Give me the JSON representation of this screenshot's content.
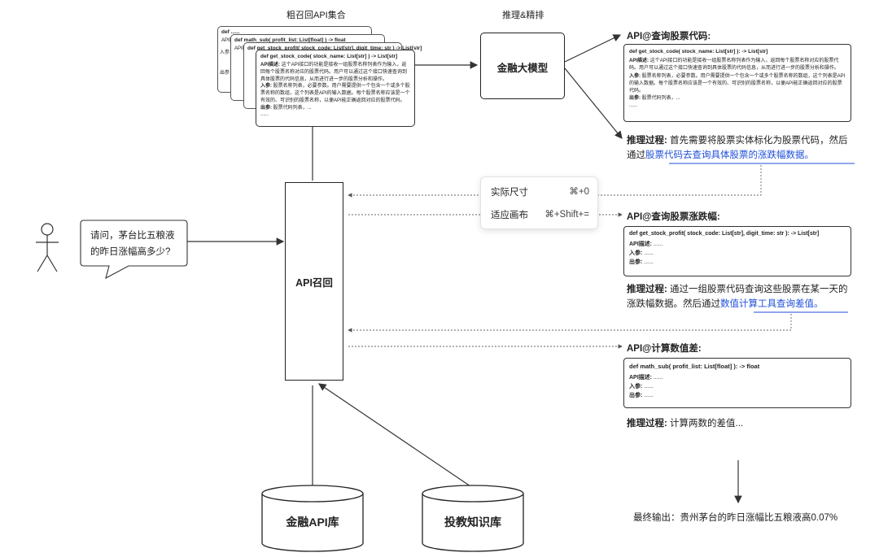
{
  "stage_labels": {
    "recall_set": "粗召回API集合",
    "rank": "推理&精排"
  },
  "user_question": "请问，茅台比五粮液的昨日涨幅高多少?",
  "nodes": {
    "llm": "金融大模型",
    "api_recall": "API召回",
    "fin_api_lib": "金融API库",
    "kb": "投教知识库"
  },
  "recall_stack": {
    "back_sig_1": "def ......",
    "back_sig_2": "def math_sub( profit_list: List[float] ) -> float",
    "back_sig_3": "def get_stock_profit( stock_code: List[str], digit_time: str ) -> List[str]",
    "front_sig": "def get_stock_code( stock_name: List[str] ) -> List[str]",
    "desc_label": "API描述:",
    "desc_text": "这个API接口的功能是接收一组股票名称列表作为输入，返回每个股票名称对应的股票代码。用户可以通过这个接口快速查询到具体股票的代码信息，从而进行进一步的股票分析和操作。",
    "in_label": "入参:",
    "in_text": "股票名称列表，必要参数。用户需要提供一个包含一个或多个股票名称的数组，这个列表是API的输入数据。每个股票名称应该是一个有效的、可识别的股票名称，以便API能正确返回对应的股票代码。",
    "out_label": "出参:",
    "out_text": "股票代码列表，...",
    "ellipsis": "......",
    "side_in": "入参",
    "side_out": "出参",
    "side_desc": "API描"
  },
  "api_steps": [
    {
      "title": "API@查询股票代码:",
      "sig": "def get_stock_code( stock_name: List[str] ): -> List[str]",
      "desc_label": "API描述:",
      "desc": "这个API接口的功能是接收一组股票名称列表作为输入，返回每个股票名称对应的股票代码。用户可以通过这个接口快速查询到具体股票的代码信息，从而进行进一步的股票分析和操作。",
      "in_label": "入参:",
      "in": "股票名称列表，必要参数。用户需要提供一个包含一个或多个股票名称的数组，这个列表是API的输入数据。每个股票名称应该是一个有效的、可识别的股票名称，以便API能正确返回对应的股票代码。",
      "out_label": "出参:",
      "out": "股票代码列表，...",
      "more": "......",
      "reason_label": "推理过程:",
      "reason_plain": "首先需要将股票实体标化为股票代码，然后通过",
      "reason_link": "股票代码去查询具体股票的涨跌幅数据。"
    },
    {
      "title": "API@查询股票涨跌幅:",
      "sig": "def get_stock_profit( stock_code: List[str], digit_time: str ): -> List[str]",
      "desc_label": "API描述:",
      "desc": "......",
      "in_label": "入参:",
      "in": "......",
      "out_label": "出参:",
      "out": "......",
      "reason_label": "推理过程:",
      "reason_plain": "通过一组股票代码查询这些股票在某一天的涨跌幅数据。然后通过",
      "reason_link": "数值计算工具查询差值。"
    },
    {
      "title": "API@计算数值差:",
      "sig": "def math_sub( profit_list: List[float] ): -> float",
      "desc_label": "API描述:",
      "desc": "......",
      "in_label": "入参:",
      "in": "......",
      "out_label": "出参:",
      "out": "......",
      "reason_label": "推理过程:",
      "reason_plain": "计算两数的差值..."
    }
  ],
  "final_output": "最终输出：贵州茅台的昨日涨幅比五粮液高0.07%",
  "context_menu": [
    {
      "label": "实际尺寸",
      "shortcut": "⌘+0"
    },
    {
      "label": "适应画布",
      "shortcut": "⌘+Shift+="
    }
  ]
}
